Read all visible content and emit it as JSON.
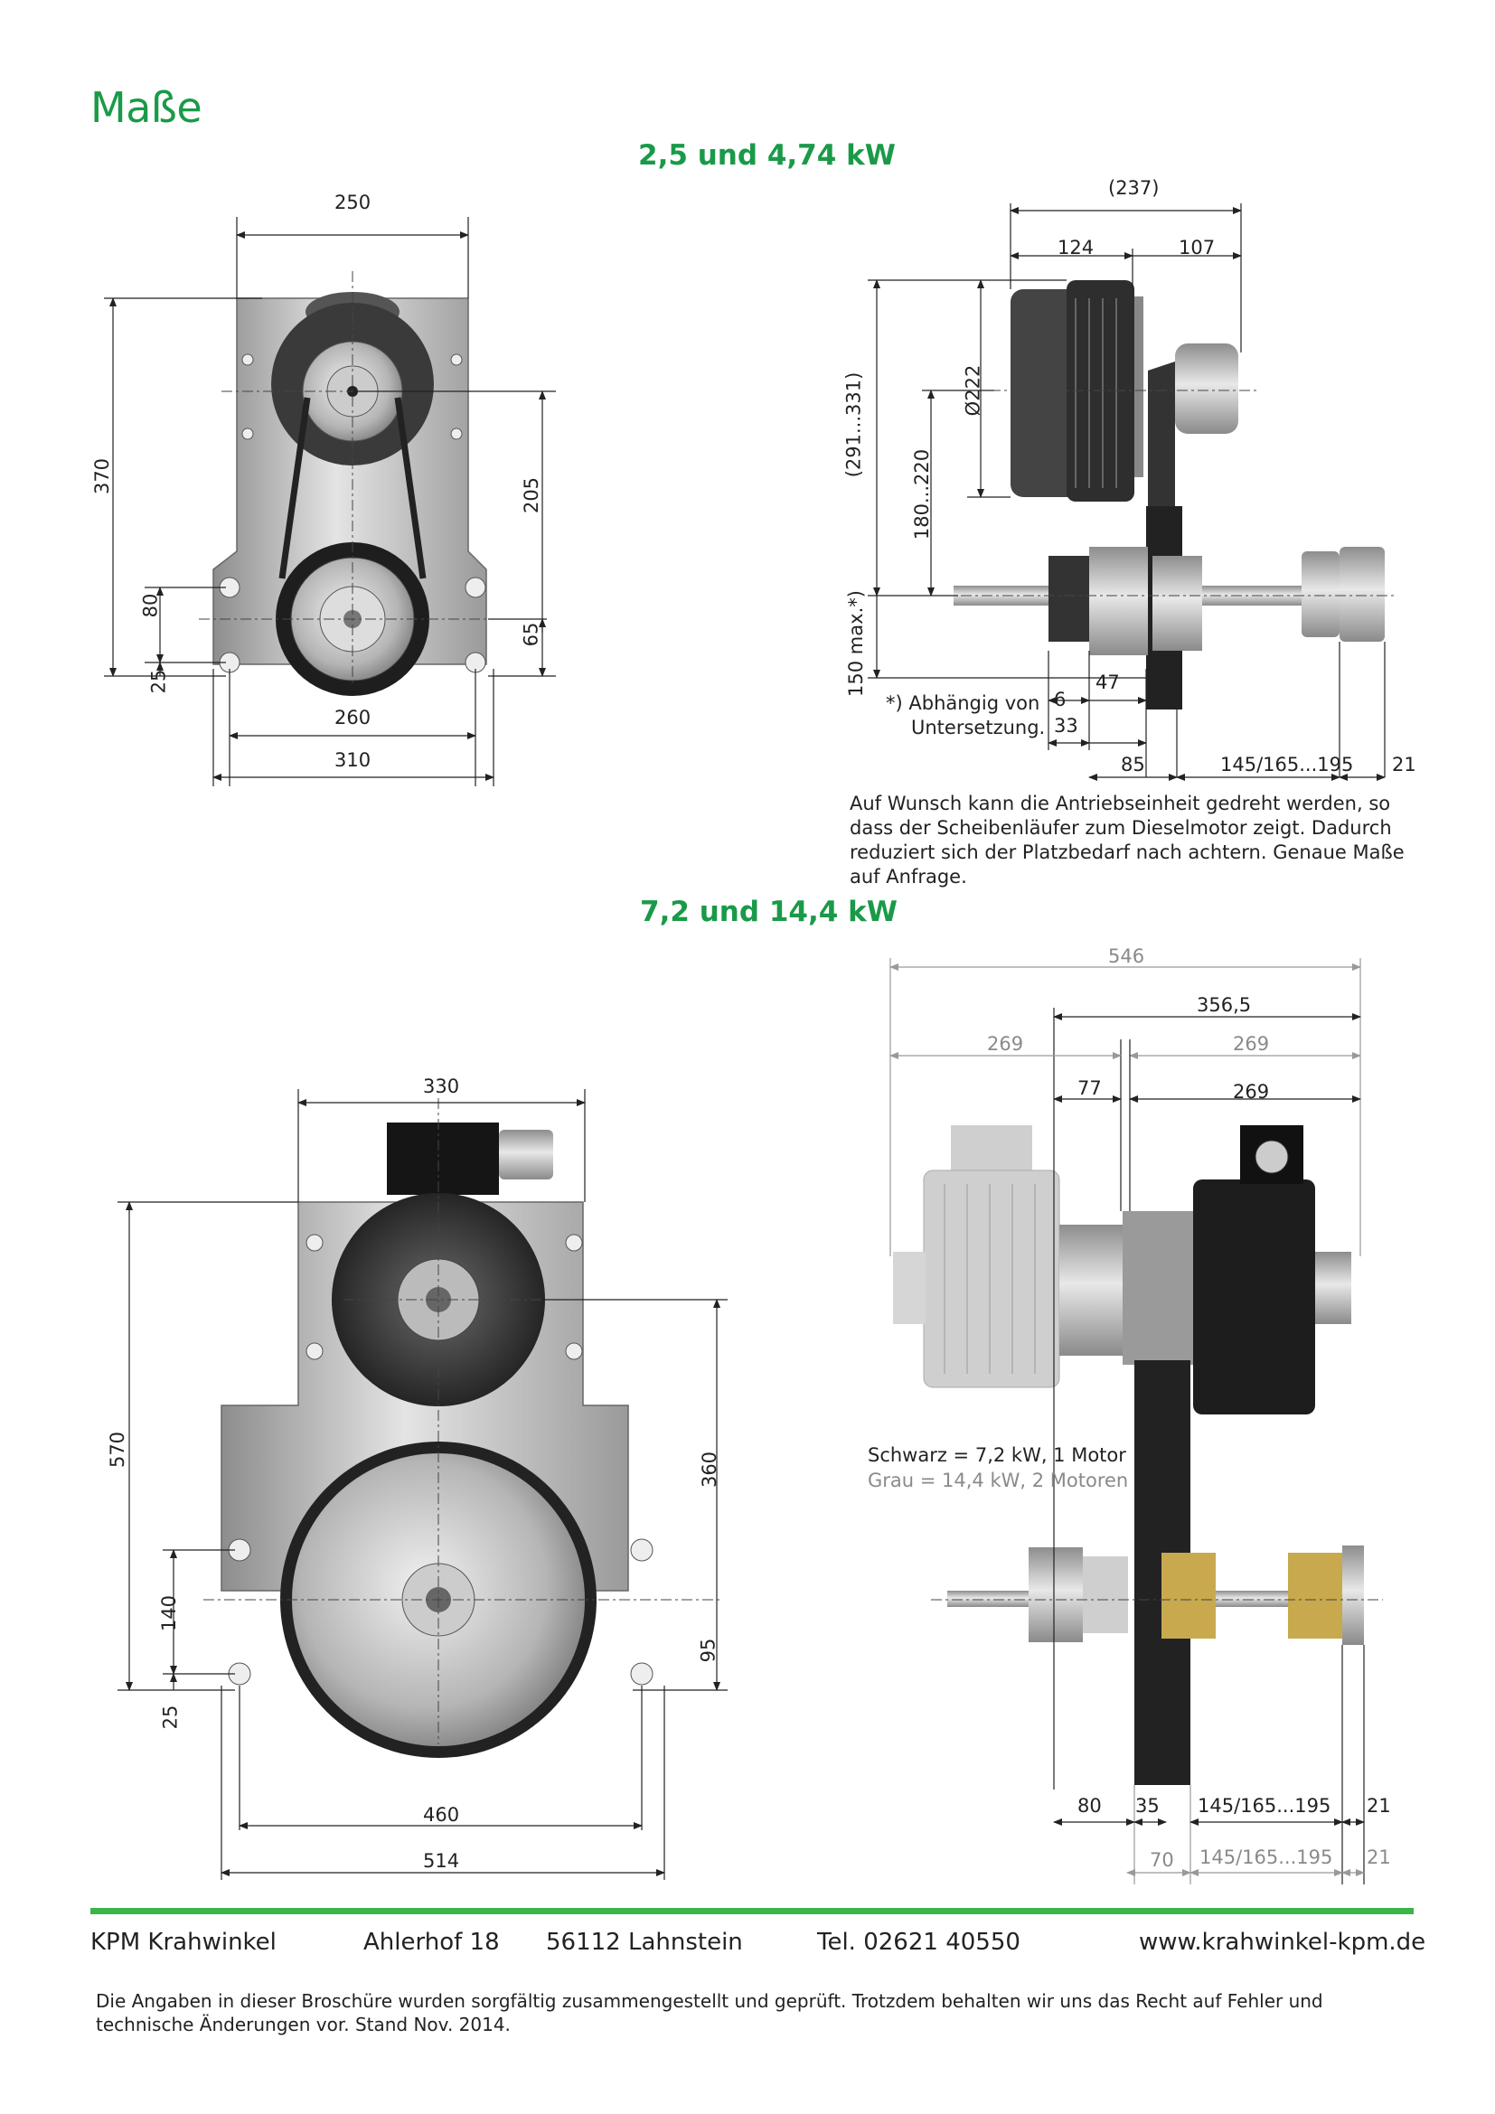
{
  "page_title": "Maße",
  "sections": {
    "small": {
      "heading": "2,5 und 4,74 kW",
      "front_dims": {
        "w250": "250",
        "h370": "370",
        "h205": "205",
        "h80": "80",
        "h65": "65",
        "h25": "25",
        "w260": "260",
        "w310": "310"
      },
      "side_dims": {
        "w237": "(237)",
        "w124": "124",
        "w107": "107",
        "d222": "Ø222",
        "h291": "(291...331)",
        "h180": "180...220",
        "h150": "150 max.*)",
        "w47": "47",
        "w6": "6",
        "w33": "33",
        "w85": "85",
        "w145": "145/165...195",
        "w21": "21"
      },
      "footnote_line1": "*) Abhängig von",
      "footnote_line2": "Untersetzung.",
      "note": "Auf Wunsch kann die Antriebseinheit gedreht werden, so dass der Scheibenläufer zum Dieselmotor zeigt. Dadurch reduziert sich der Platzbedarf nach achtern. Genaue Maße auf Anfrage."
    },
    "large": {
      "heading": "7,2 und 14,4 kW",
      "front_dims": {
        "w330": "330",
        "h570": "570",
        "h360": "360",
        "h140": "140",
        "h95": "95",
        "h25": "25",
        "w460": "460",
        "w514": "514"
      },
      "side_dims": {
        "w546": "546",
        "w356": "356,5",
        "w269a": "269",
        "w269b": "269",
        "w77": "77",
        "w269c": "269",
        "w80": "80",
        "w35": "35",
        "w145a": "145/165...195",
        "w21a": "21",
        "w70": "70",
        "w145b": "145/165...195",
        "w21b": "21"
      },
      "legend_black": "Schwarz = 7,2 kW, 1 Motor",
      "legend_grey": "Grau = 14,4 kW, 2 Motoren"
    }
  },
  "footer": {
    "company": "KPM Krahwinkel",
    "street": "Ahlerhof 18",
    "city": "56112 Lahnstein",
    "phone": "Tel. 02621 40550",
    "web": "www.krahwinkel-kpm.de",
    "disclaimer": "Die Angaben in dieser Broschüre wurden sorgfältig zusammengestellt und geprüft. Trotzdem behalten wir uns das Recht auf Fehler und technische Änderungen vor. Stand Nov. 2014."
  },
  "colors": {
    "accent": "#1a9a48",
    "footer_bar": "#3bb54a",
    "metal": "#b8b8b8",
    "dark": "#2a2a2a"
  }
}
